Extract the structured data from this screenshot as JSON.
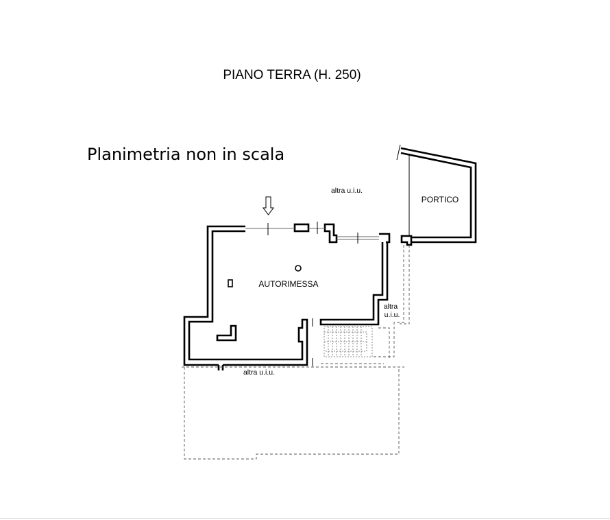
{
  "plan": {
    "title": "PIANO TERRA (H. 250)",
    "subtitle": "Planimetria non in scala",
    "rooms": {
      "autorimessa": "AUTORIMESSA",
      "portico": "PORTICO"
    },
    "notes": {
      "top": "altra u.i.u.",
      "right_line1": "altra",
      "right_line2": "u.i.u.",
      "bottom": "altra u.i.u."
    }
  }
}
